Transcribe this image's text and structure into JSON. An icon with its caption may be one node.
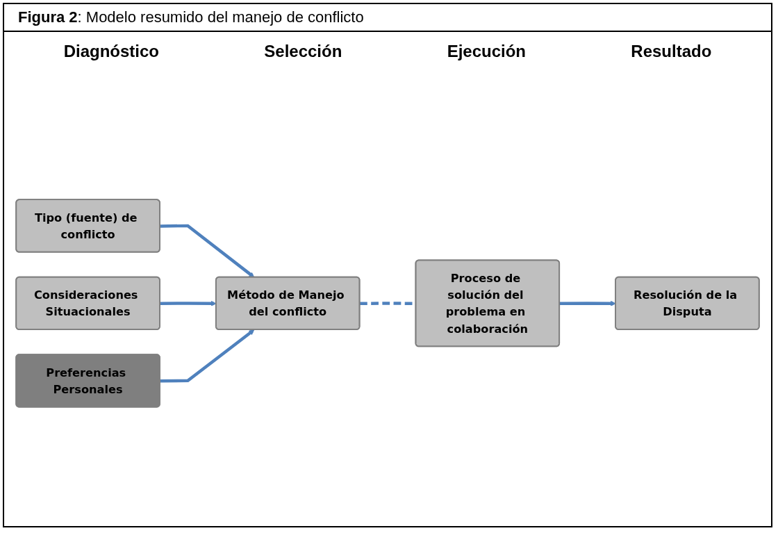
{
  "diagram": {
    "title": "**Figura 2**: Modelo resumido del manejo de conflicto",
    "nodes": [
      {
        "text": [
          "Tipo (fuente) de conflicto"
        ]
      },
      {
        "text": [
          "Consideraciones Situacionales"
        ]
      },
      {
        "text": [
          "Preferencias Personales"
        ]
      },
      {
        "text": [
          "Método de Manejo del conflicto"
        ]
      },
      {
        "text": [
          "Proceso de solución del problema en colaboración"
        ]
      },
      {
        "text": [
          "Resolución de la Disputa"
        ]
      }
    ],
    "edges": [
      {
        "from": 0,
        "to": 3,
        "arrow": "to"
      },
      {
        "from": 1,
        "to": 3,
        "arrow": "to"
      },
      {
        "from": 2,
        "to": 3,
        "arrow": "to"
      },
      {
        "from": 3,
        "to": 4,
        "arrow": "none",
        "style": "dashed"
      },
      {
        "from": 4,
        "to": 5,
        "arrow": "to"
      }
    ],
    "labels": [
      "Diagnóstico",
      "Selección",
      "Ejecución",
      "Resultado"
    ]
  }
}
